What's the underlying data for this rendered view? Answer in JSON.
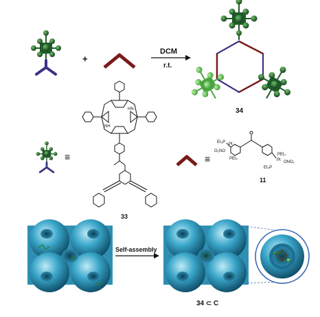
{
  "reaction": {
    "plus": "+",
    "reagent": "DCM",
    "condition": "r.t.",
    "product_label": "34"
  },
  "legend": {
    "equiv_symbol": "≡",
    "donor_label": "33",
    "acceptor_label": "11",
    "porphyrin_nh": [
      "NH",
      "HN"
    ],
    "acceptor_groups": [
      "Et₃P",
      "PEt₃",
      "O₂NO",
      "Pt",
      "PEt₃",
      "Pt",
      "Et₃P",
      "ONO₂"
    ]
  },
  "assembly": {
    "arrow_label": "Self-assembly",
    "result_label": "34 ⊂ C"
  },
  "colors": {
    "green_dark": "#1e5a28",
    "green_light": "#57b54a",
    "purple_edge": "#3a3384",
    "red_edge": "#7a1a1a",
    "cage_blue": "#3aa6c9",
    "cage_dark": "#0f5c7c"
  }
}
